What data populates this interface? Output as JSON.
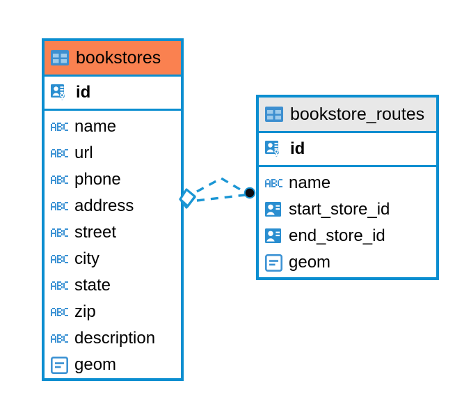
{
  "diagram": {
    "type": "entity-relationship-diagram",
    "background_color": "#ffffff",
    "accent_blue": "#0b8ed0",
    "header_orange": "#fa8150",
    "header_grey": "#e8e8e8",
    "text_color": "#000000"
  },
  "entities": [
    {
      "name": "bookstores",
      "header_color": "#fa8150",
      "header_icon": "table-icon",
      "primary_key": {
        "label": "id",
        "icon": "primary-key-icon",
        "bold": true
      },
      "fields": [
        {
          "label": "name",
          "icon": "abc-text-icon"
        },
        {
          "label": "url",
          "icon": "abc-text-icon"
        },
        {
          "label": "phone",
          "icon": "abc-text-icon"
        },
        {
          "label": "address",
          "icon": "abc-text-icon"
        },
        {
          "label": "street",
          "icon": "abc-text-icon"
        },
        {
          "label": "city",
          "icon": "abc-text-icon"
        },
        {
          "label": "state",
          "icon": "abc-text-icon"
        },
        {
          "label": "zip",
          "icon": "abc-text-icon"
        },
        {
          "label": "description",
          "icon": "abc-text-icon"
        },
        {
          "label": "geom",
          "icon": "geometry-icon"
        }
      ]
    },
    {
      "name": "bookstore_routes",
      "header_color": "#e8e8e8",
      "header_icon": "table-icon",
      "primary_key": {
        "label": "id",
        "icon": "primary-key-icon",
        "bold": true
      },
      "fields": [
        {
          "label": "name",
          "icon": "abc-text-icon"
        },
        {
          "label": "start_store_id",
          "icon": "foreign-key-icon"
        },
        {
          "label": "end_store_id",
          "icon": "foreign-key-icon"
        },
        {
          "label": "geom",
          "icon": "geometry-icon"
        }
      ]
    }
  ],
  "relationships": [
    {
      "from_entity": "bookstores",
      "from_field": "id",
      "to_entity": "bookstore_routes",
      "to_field": "start_store_id",
      "line_style": "dashed",
      "color": "#0b8ed0",
      "source_marker": "diamond",
      "target_marker": "filled-circle"
    },
    {
      "from_entity": "bookstores",
      "from_field": "id",
      "to_entity": "bookstore_routes",
      "to_field": "end_store_id",
      "line_style": "dashed",
      "color": "#0b8ed0",
      "source_marker": "diamond",
      "target_marker": "filled-circle"
    }
  ]
}
